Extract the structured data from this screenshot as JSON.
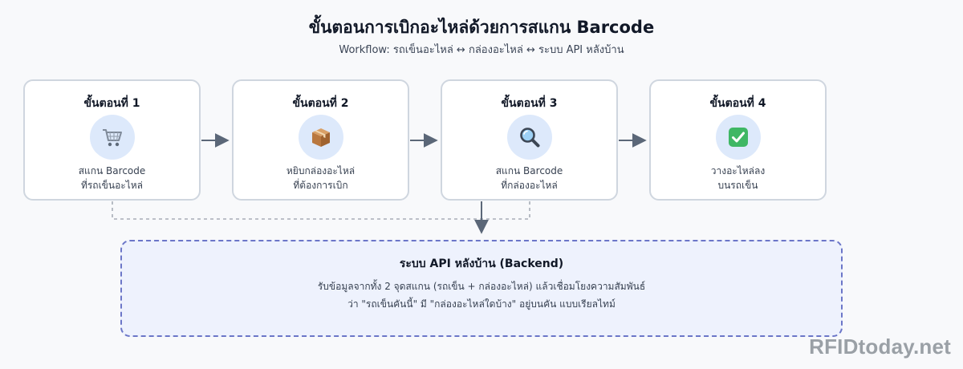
{
  "header": {
    "title": "ขั้นตอนการเบิกอะไหล่ด้วยการสแกน Barcode",
    "subtitle": "Workflow: รถเข็นอะไหล่ ↔ กล่องอะไหล่ ↔ ระบบ API หลังบ้าน"
  },
  "steps": [
    {
      "title": "ขั้นตอนที่ 1",
      "icon": "shopping-cart-icon",
      "desc": [
        "สแกน Barcode",
        "ที่รถเข็นอะไหล่"
      ]
    },
    {
      "title": "ขั้นตอนที่ 2",
      "icon": "package-box-icon",
      "desc": [
        "หยิบกล่องอะไหล่",
        "ที่ต้องการเบิก"
      ]
    },
    {
      "title": "ขั้นตอนที่ 3",
      "icon": "magnifier-icon",
      "desc": [
        "สแกน Barcode",
        "ที่กล่องอะไหล่"
      ]
    },
    {
      "title": "ขั้นตอนที่ 4",
      "icon": "check-mark-icon",
      "desc": [
        "วางอะไหล่ลง",
        "บนรถเข็น"
      ]
    }
  ],
  "backend": {
    "title": "ระบบ API หลังบ้าน (Backend)",
    "lines": [
      "รับข้อมูลจากทั้ง 2 จุดสแกน (รถเข็น + กล่องอะไหล่) แล้วเชื่อมโยงความสัมพันธ์",
      "ว่า \"รถเข็นคันนี้\" มี \"กล่องอะไหล่ใดบ้าง\" อยู่บนคัน แบบเรียลไทม์"
    ]
  },
  "colors": {
    "icon_circle": "#dde9fb",
    "connector": "#5b6778",
    "dashed_link": "#a7adb7",
    "backend_border": "#6b76c8",
    "backend_fill": "#eef2fd"
  },
  "watermark": "RFIDtoday.net"
}
